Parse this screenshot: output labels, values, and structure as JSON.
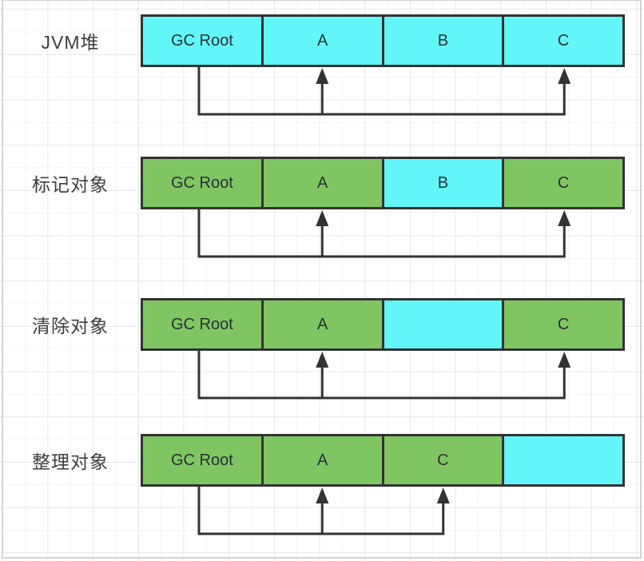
{
  "diagram": {
    "title_meaning": "JVM mark-sweep-compact GC steps",
    "colors": {
      "live_object_fill": "#7fc662",
      "heap_fill": "#63f6f8",
      "stroke": "#333333",
      "box_text": "#263238",
      "label_text": "#3c4043",
      "grid_major": "#e8e8e8",
      "grid_minor": "#f4f4f4",
      "canvas_edge": "#d4d4d4"
    },
    "rows": [
      {
        "label": "JVM堆",
        "cells": [
          {
            "text": "GC Root",
            "fill": "cyan"
          },
          {
            "text": "A",
            "fill": "cyan"
          },
          {
            "text": "B",
            "fill": "cyan"
          },
          {
            "text": "C",
            "fill": "cyan"
          }
        ],
        "arrow_from": "GC Root",
        "arrow_targets": [
          1,
          3
        ],
        "references": [
          "A",
          "C"
        ]
      },
      {
        "label": "标记对象",
        "cells": [
          {
            "text": "GC Root",
            "fill": "green"
          },
          {
            "text": "A",
            "fill": "green"
          },
          {
            "text": "B",
            "fill": "cyan"
          },
          {
            "text": "C",
            "fill": "green"
          }
        ],
        "arrow_from": "GC Root",
        "arrow_targets": [
          1,
          3
        ],
        "references": [
          "A",
          "C"
        ]
      },
      {
        "label": "清除对象",
        "cells": [
          {
            "text": "GC Root",
            "fill": "green"
          },
          {
            "text": "A",
            "fill": "green"
          },
          {
            "text": "",
            "fill": "cyan"
          },
          {
            "text": "C",
            "fill": "green"
          }
        ],
        "arrow_from": "GC Root",
        "arrow_targets": [
          1,
          3
        ],
        "references": [
          "A",
          "C"
        ]
      },
      {
        "label": "整理对象",
        "cells": [
          {
            "text": "GC Root",
            "fill": "green"
          },
          {
            "text": "A",
            "fill": "green"
          },
          {
            "text": "C",
            "fill": "green"
          },
          {
            "text": "",
            "fill": "cyan"
          }
        ],
        "arrow_from": "GC Root",
        "arrow_targets": [
          1,
          2
        ],
        "references": [
          "A",
          "C"
        ]
      }
    ]
  }
}
